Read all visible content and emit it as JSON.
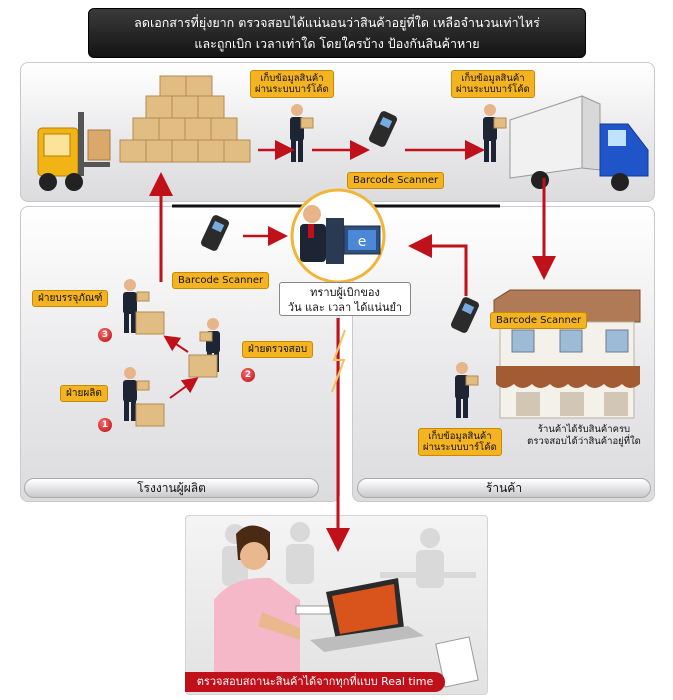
{
  "banner": {
    "line1": "ลดเอกสารที่ยุ่งยาก ตรวจสอบได้แน่นอนว่าสินค้าอยู่ที่ใด เหลือจำนวนเท่าไหร่",
    "line2": "และถูกเบิก เวลาเท่าใด โดยใครบ้าง ป้องกันสินค้าหาย"
  },
  "top": {
    "collect_tag_1": {
      "line1": "เก็บข้อมูลสินค้า",
      "line2": "ผ่านระบบบาร์โค้ด"
    },
    "collect_tag_2": {
      "line1": "เก็บข้อมูลสินค้า",
      "line2": "ผ่านระบบบาร์โค้ด"
    },
    "scanner_label": "Barcode Scanner"
  },
  "center": {
    "scanner_label": "Barcode Scanner",
    "info_line1": "ทราบผู้เบิกของ",
    "info_line2": "วัน และ เวลา ได้แน่นยำ"
  },
  "factory": {
    "packaging_label": "ฝ่ายบรรจุภัณฑ์",
    "inspection_label": "ฝ่ายตรวจสอบ",
    "production_label": "ฝ่ายผลิต",
    "step1": "1",
    "step2": "2",
    "step3": "3",
    "section_title": "โรงงานผู้ผลิต"
  },
  "store": {
    "scanner_label": "Barcode Scanner",
    "collect_tag": {
      "line1": "เก็บข้อมูลสินค้า",
      "line2": "ผ่านระบบบาร์โค้ด"
    },
    "note_line1": "ร้านค้าได้รับสินค้าครบ",
    "note_line2": "ตรวจสอบได้ว่าสินค้าอยู่ที่ใด",
    "section_title": "ร้านค้า"
  },
  "bottom": {
    "realtime_label": "ตรวจสอบสถานะสินค้าได้จากทุกที่แบบ Real time"
  },
  "colors": {
    "arrow_red": "#c0101a",
    "tag_orange": "#f4b320",
    "truck_blue": "#1f55c8",
    "forklift_yellow": "#f2b315"
  }
}
